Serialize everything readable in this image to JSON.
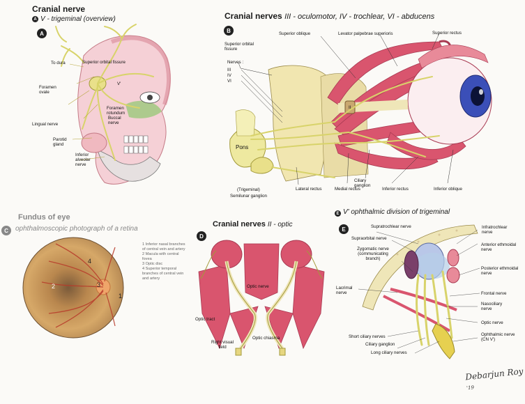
{
  "panelA": {
    "heading": "Cranial nerve",
    "badge_small": "A",
    "subtitle": "V - trigeminal (overview)",
    "badge": "A",
    "labels": {
      "to_dura": "To dura",
      "superior_orbital_fissure": "Superior orbital fissure",
      "v1": "V'",
      "foramen_ovale": "Foramen ovale",
      "foramen_rotundum": "Foramen rotundum",
      "buccal": "Buccal nerve",
      "lingual": "Lingual nerve",
      "parotid": "Parotid gland",
      "inferior_alveolar": "Inferior alveolar nerve"
    }
  },
  "panelB": {
    "title": "Cranial nerves",
    "subtitle": "III - oculomotor, IV - trochlear, VI - abducens",
    "badge": "B",
    "labels": {
      "superior_oblique": "Superior oblique",
      "levator": "Levator palpebrae superioris",
      "superior_rectus": "Superior rectus",
      "sup_orbital_fissure": "Superior orbital fissure",
      "nerves": "Nerves :",
      "n3": "III",
      "n4": "IV",
      "n6": "VI",
      "pons": "Pons",
      "trigeminal": "(Trigeminal)",
      "semilunar": "Semilunar ganglion",
      "lateral_rectus": "Lateral rectus",
      "medial_rectus": "Medial rectus",
      "ciliary_ganglion": "Ciliary ganglion",
      "inferior_rectus": "Inferior rectus",
      "inferior_oblique": "Inferior oblique",
      "roman_ii": "II"
    }
  },
  "panelC": {
    "title": "Fundus of eye",
    "subtitle": "ophthalmoscopic photograph of a retina",
    "badge": "C",
    "legend": [
      "1  Inferior nasal branches of central vein and artery",
      "2  Macula with central fovea",
      "3  Optic disc",
      "4  Superior temporal branches of central vein and artery"
    ],
    "marks": [
      "1",
      "2",
      "3",
      "4"
    ]
  },
  "panelD": {
    "title": "Cranial nerves",
    "subtitle": "II - optic",
    "badge": "D",
    "labels": {
      "optic_nerve": "Optic nerve",
      "optic_tract": "Optic tract",
      "optic_chiasma": "Optic chiasma",
      "right_visual_field": "Right visual field"
    }
  },
  "panelE": {
    "badge_small": "E",
    "subtitle": "V' ophthalmic division of trigeminal",
    "badge": "E",
    "labels": {
      "supratrochlear": "Supratrochlear nerve",
      "infratrochlear": "Infratrochlear nerve",
      "supraorbital": "Supraorbital nerve",
      "anterior_ethmoidal": "Anterior ethmoidal nerve",
      "zygomatic": "Zygomatic nerve (communicating branch)",
      "posterior_ethmoidal": "Posterior ethmoidal nerve",
      "lacrimal": "Lacrimal nerve",
      "frontal": "Frontal nerve",
      "nasociliary": "Nasociliary nerve",
      "optic_nerve": "Optic nerve",
      "short_ciliary": "Short ciliary nerves",
      "ophthalmic": "Ophthalmic nerve (CN V')",
      "ciliary_ganglion": "Ciliary ganglion",
      "long_ciliary": "Long ciliary nerves"
    }
  },
  "signature": {
    "text": "Debarjun Roy",
    "year": "'19"
  },
  "colors": {
    "muscle": "#d9556e",
    "muscle_light": "#e88a99",
    "nerve": "#d8d36a",
    "bone": "#efe6b8",
    "iris": "#3b4fb8",
    "skin": "#f2c6cf",
    "retina": "#c98a4a"
  }
}
